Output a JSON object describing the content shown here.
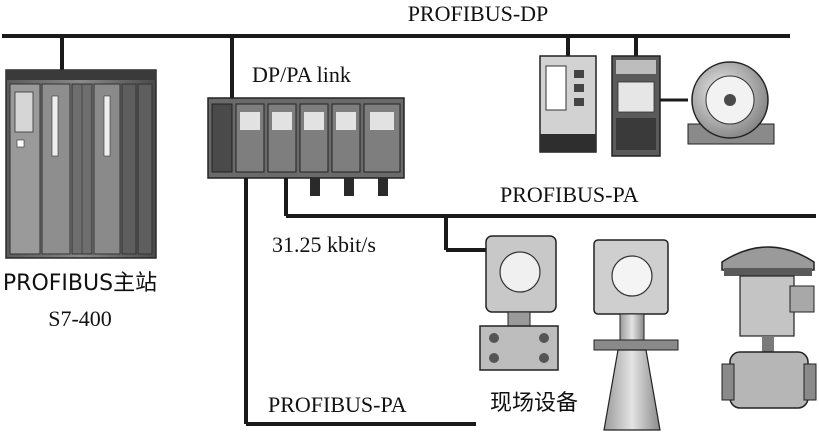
{
  "labels": {
    "dp_bus": "PROFIBUS-DP",
    "link": "DP/PA link",
    "pa_bus_upper": "PROFIBUS-PA",
    "pa_bus_lower": "PROFIBUS-PA",
    "baud_rate": "31.25 kbit/s",
    "master_line1": "PROFIBUS主站",
    "master_line2": "S7-400",
    "field_devices": "现场设备"
  },
  "colors": {
    "bus_line": "#1a1a1a",
    "device_dark": "#3a3a3a",
    "device_mid": "#7b7b7b",
    "device_light": "#b8b8b8",
    "device_pale": "#dcdcdc"
  }
}
